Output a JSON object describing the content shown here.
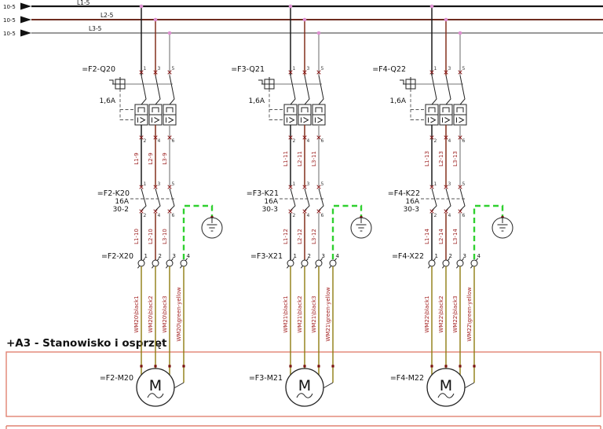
{
  "area": {
    "label": "+A3 - Stanowisko i osprzęt"
  },
  "bus": {
    "refs": [
      "10-5",
      "10-5",
      "10-5"
    ],
    "labels": [
      "L1-5",
      "L2-5",
      "L3-5"
    ]
  },
  "pins": {
    "top": [
      "1",
      "3",
      "5"
    ],
    "bottom": [
      "2",
      "4",
      "6"
    ],
    "terminals": [
      "1",
      "2",
      "3",
      "4"
    ]
  },
  "motor_letter": "M",
  "circuits": [
    {
      "breaker_label": "=F2-Q20",
      "breaker_current": "1,6A",
      "contactor_label": "=F2-K20",
      "contactor_current": "16A",
      "contactor_ref": "30-2",
      "terminal_label": "=F2-X20",
      "motor_label": "=F2-M20",
      "wires_upper": [
        "L1-9",
        "L2-9",
        "L3-9"
      ],
      "wires_lower": [
        "L1-10",
        "L2-10",
        "L3-10"
      ],
      "cores": [
        "WM20\\black1",
        "WM20\\black2",
        "WM20\\black3",
        "WM20\\green-yellow"
      ]
    },
    {
      "breaker_label": "=F3-Q21",
      "breaker_current": "1,6A",
      "contactor_label": "=F3-K21",
      "contactor_current": "16A",
      "contactor_ref": "30-3",
      "terminal_label": "=F3-X21",
      "motor_label": "=F3-M21",
      "wires_upper": [
        "L1-11",
        "L2-11",
        "L3-11"
      ],
      "wires_lower": [
        "L1-12",
        "L2-12",
        "L3-12"
      ],
      "cores": [
        "WM21\\black1",
        "WM21\\black2",
        "WM21\\black3",
        "WM21\\green-yellow"
      ]
    },
    {
      "breaker_label": "=F4-Q22",
      "breaker_current": "1,6A",
      "contactor_label": "=F4-K22",
      "contactor_current": "16A",
      "contactor_ref": "30-3",
      "terminal_label": "=F4-X22",
      "motor_label": "=F4-M22",
      "wires_upper": [
        "L1-13",
        "L2-13",
        "L3-13"
      ],
      "wires_lower": [
        "L1-14",
        "L2-14",
        "L3-14"
      ],
      "cores": [
        "WM22\\black1",
        "WM22\\black2",
        "WM22\\black3",
        "WM22\\green-yellow"
      ]
    }
  ],
  "colors": {
    "phase1": "#1a1a1a",
    "phase2": "#82301c",
    "phase3": "#9a9a9a",
    "cable_core": "#8f7c10",
    "pe_dashed": "#2fd02f",
    "frame": "#e08272",
    "wire_label": "#9b1c1c",
    "bus_junction_dot": "#dd8fd0",
    "pin_marker": "#8b1a1a"
  }
}
